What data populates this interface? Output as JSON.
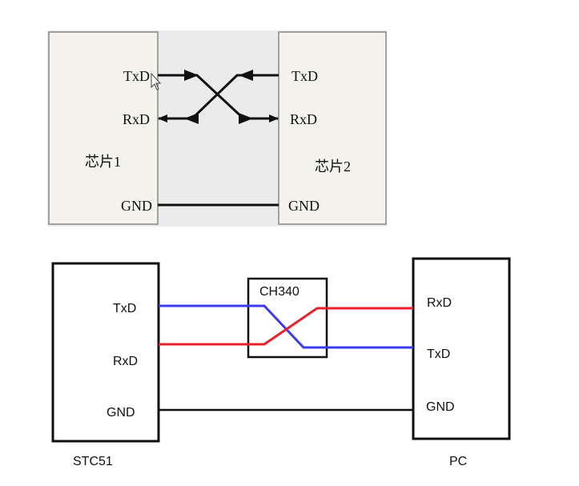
{
  "top_diagram": {
    "chip1": {
      "name": "芯片1",
      "pins": {
        "txd": "TxD",
        "rxd": "RxD",
        "gnd": "GND"
      }
    },
    "chip2": {
      "name": "芯片2",
      "pins": {
        "txd": "TxD",
        "rxd": "RxD",
        "gnd": "GND"
      }
    }
  },
  "bottom_diagram": {
    "mcu": {
      "name": "STC51",
      "pins": {
        "txd": "TxD",
        "rxd": "RxD",
        "gnd": "GND"
      }
    },
    "bridge": {
      "name": "CH340"
    },
    "pc": {
      "name": "PC",
      "pins": {
        "rxd": "RxD",
        "txd": "TxD",
        "gnd": "GND"
      }
    },
    "colors": {
      "tx_wire": "#3b3bf0",
      "rx_wire": "#e8202a",
      "gnd_wire": "#111111"
    }
  }
}
